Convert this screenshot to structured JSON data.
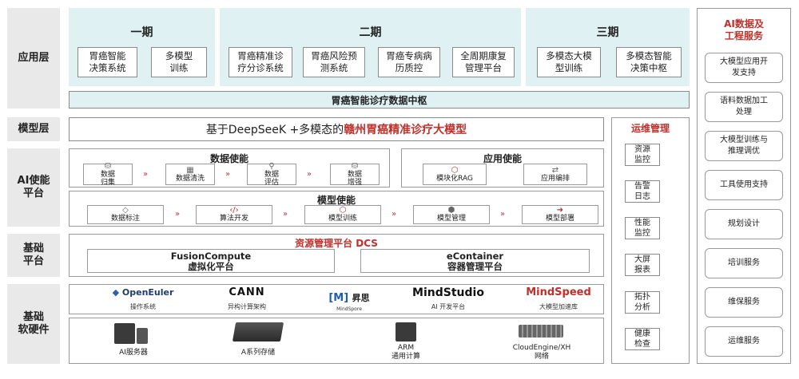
{
  "layers": {
    "application": "应用层",
    "model": "模型层",
    "ai_enable": "AI使能\n平台",
    "base_platform": "基础\n平台",
    "base_hw": "基础\n软硬件"
  },
  "phases": [
    {
      "title": "一期",
      "items": [
        "胃癌智能\n决策系统",
        "多模型\n训练"
      ]
    },
    {
      "title": "二期",
      "items": [
        "胃癌精准诊\n疗分诊系统",
        "胃癌风险预\n测系统",
        "胃癌专病病\n历质控",
        "全周期康复\n管理平台"
      ]
    },
    {
      "title": "三期",
      "items": [
        "多模态大模\n型训练",
        "多模态智能\n决策中枢"
      ]
    }
  ],
  "data_hub": "胃癌智能诊疗数据中枢",
  "model_bar": {
    "prefix": "基于DeepSeeK +多模态的",
    "highlight": "赣州胃癌精准诊疗大模型"
  },
  "data_enable": {
    "title": "数据使能",
    "steps": [
      "数据\n归集",
      "数据清洗",
      "数据\n评估",
      "数据\n增强"
    ]
  },
  "app_enable": {
    "title": "应用使能",
    "steps": [
      "模块化RAG",
      "应用编排"
    ]
  },
  "model_enable": {
    "title": "模型使能",
    "steps": [
      "数据标注",
      "算法开发",
      "模型训练",
      "模型管理",
      "模型部署"
    ]
  },
  "resource": {
    "title": "资源管理平台 DCS",
    "items": [
      {
        "name": "FusionCompute",
        "desc": "虚拟化平台"
      },
      {
        "name": "eContainer",
        "desc": "容器管理平台"
      }
    ]
  },
  "software": [
    {
      "logo": "OpenEuler",
      "label": "操作系统"
    },
    {
      "logo": "CANN",
      "label": "异构计算架构"
    },
    {
      "logo": "[M]",
      "logo_suffix": "昇思",
      "label": "MindSpore"
    },
    {
      "logo": "MindStudio",
      "label": "AI 开发平台"
    },
    {
      "logo": "MindSpeed",
      "label": "大模型加速库"
    }
  ],
  "hardware": [
    {
      "label": "AI服务器"
    },
    {
      "label": "A系列存储"
    },
    {
      "label": "ARM\n通用计算"
    },
    {
      "label": "CloudEngine/XH\n网络"
    }
  ],
  "ops": {
    "title": "运维管理",
    "items": [
      "资源\n监控",
      "告警\n日志",
      "性能\n监控",
      "大屏\n报表",
      "拓扑\n分析",
      "健康\n检查"
    ]
  },
  "services": {
    "title": "AI数据及\n工程服务",
    "items": [
      "大模型应用开\n发支持",
      "语料数据加工\n处理",
      "大模型训练与\n推理调优",
      "工具使用支持",
      "规划设计",
      "培训服务",
      "维保服务",
      "运维服务"
    ]
  },
  "colors": {
    "accent_red": "#c0302b",
    "phase_bg": "#dff1f2",
    "label_bg": "#e9e9e9"
  }
}
